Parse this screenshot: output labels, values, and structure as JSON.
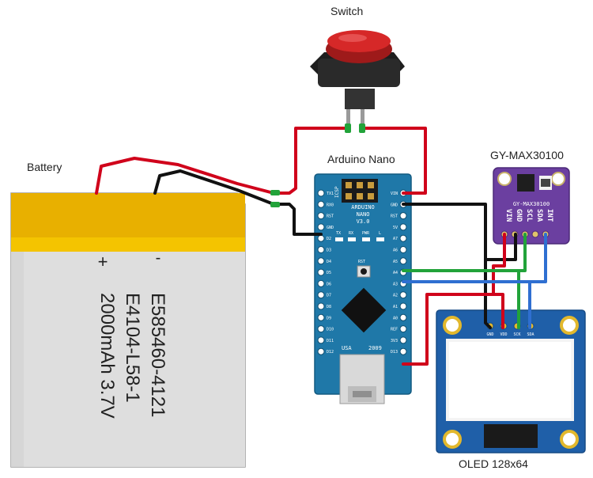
{
  "labels": {
    "switch": "Switch",
    "battery": "Battery",
    "arduino": "Arduino Nano",
    "sensor": "GY-MAX30100",
    "oled": "OLED 128x64"
  },
  "battery": {
    "plus": "+",
    "minus": "-",
    "line1": "E585460-4121",
    "line2": "E4104-L58-1",
    "line3": "2000mAh 3.7V"
  },
  "arduino_board": {
    "name1": "ARDUINO",
    "name2": "NANO",
    "name3": "V3.0",
    "icsp": "ICSP",
    "rst": "RST",
    "usa": "USA",
    "year": "2009",
    "tx": "TX",
    "rx": "RX",
    "pwr": "PWR",
    "l": "L",
    "left_pins": [
      "TX1",
      "RX0",
      "RST",
      "GND",
      "D2",
      "D3",
      "D4",
      "D5",
      "D6",
      "D7",
      "D8",
      "D9",
      "D10",
      "D11",
      "D12"
    ],
    "right_pins": [
      "VIN",
      "GND",
      "RST",
      "5V",
      "A7",
      "A6",
      "A5",
      "A4",
      "A3",
      "A2",
      "A1",
      "A0",
      "REF",
      "3V3",
      "D13"
    ]
  },
  "sensor_board": {
    "title": "GY-MAX30100",
    "pins": [
      "VIN",
      "GND",
      "SCL",
      "SDA",
      "INT"
    ]
  },
  "oled_board": {
    "pins": [
      "GND",
      "VDD",
      "SCK",
      "SDA"
    ]
  },
  "colors": {
    "wire_red": "#d0021b",
    "wire_black": "#111111",
    "wire_green": "#22a33a",
    "wire_blue": "#2f6fd1",
    "arduino_blue": "#1f78a8",
    "sensor_purple": "#6b3fa0",
    "oled_blue": "#1f5fa8",
    "battery_yellow": "#f2c200"
  }
}
